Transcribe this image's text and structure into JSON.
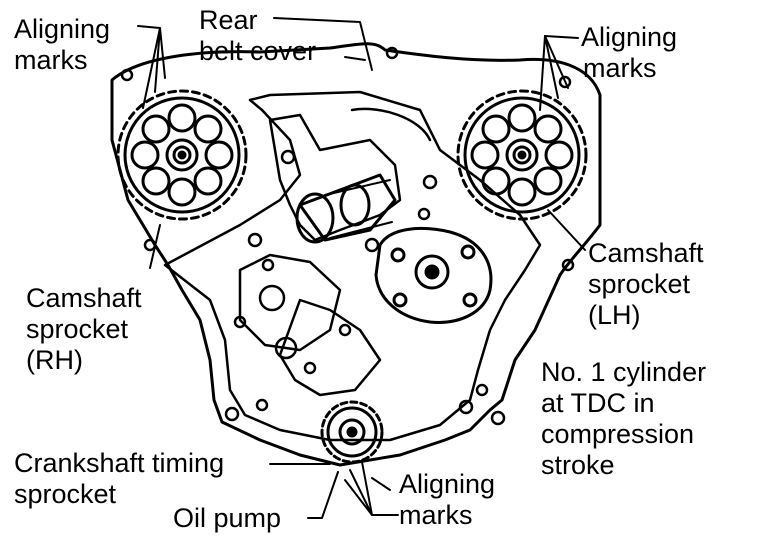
{
  "labels": {
    "aligning_marks_rh": [
      "Aligning",
      "marks"
    ],
    "rear_belt_cover": [
      "Rear",
      "belt cover"
    ],
    "aligning_marks_lh": [
      "Aligning",
      "marks"
    ],
    "camshaft_sprocket_rh": [
      "Camshaft",
      "sprocket",
      "(RH)"
    ],
    "camshaft_sprocket_lh": [
      "Camshaft",
      "sprocket",
      "(LH)"
    ],
    "no1_cylinder_note": [
      "No. 1 cylinder",
      "at TDC in",
      "compression",
      "stroke"
    ],
    "crankshaft_timing_sprocket": [
      "Crankshaft timing",
      "sprocket"
    ],
    "oil_pump": [
      "Oil pump"
    ],
    "aligning_marks_crank": [
      "Aligning",
      "marks"
    ]
  },
  "colors": {
    "ink": "#000000",
    "paper": "#ffffff"
  }
}
